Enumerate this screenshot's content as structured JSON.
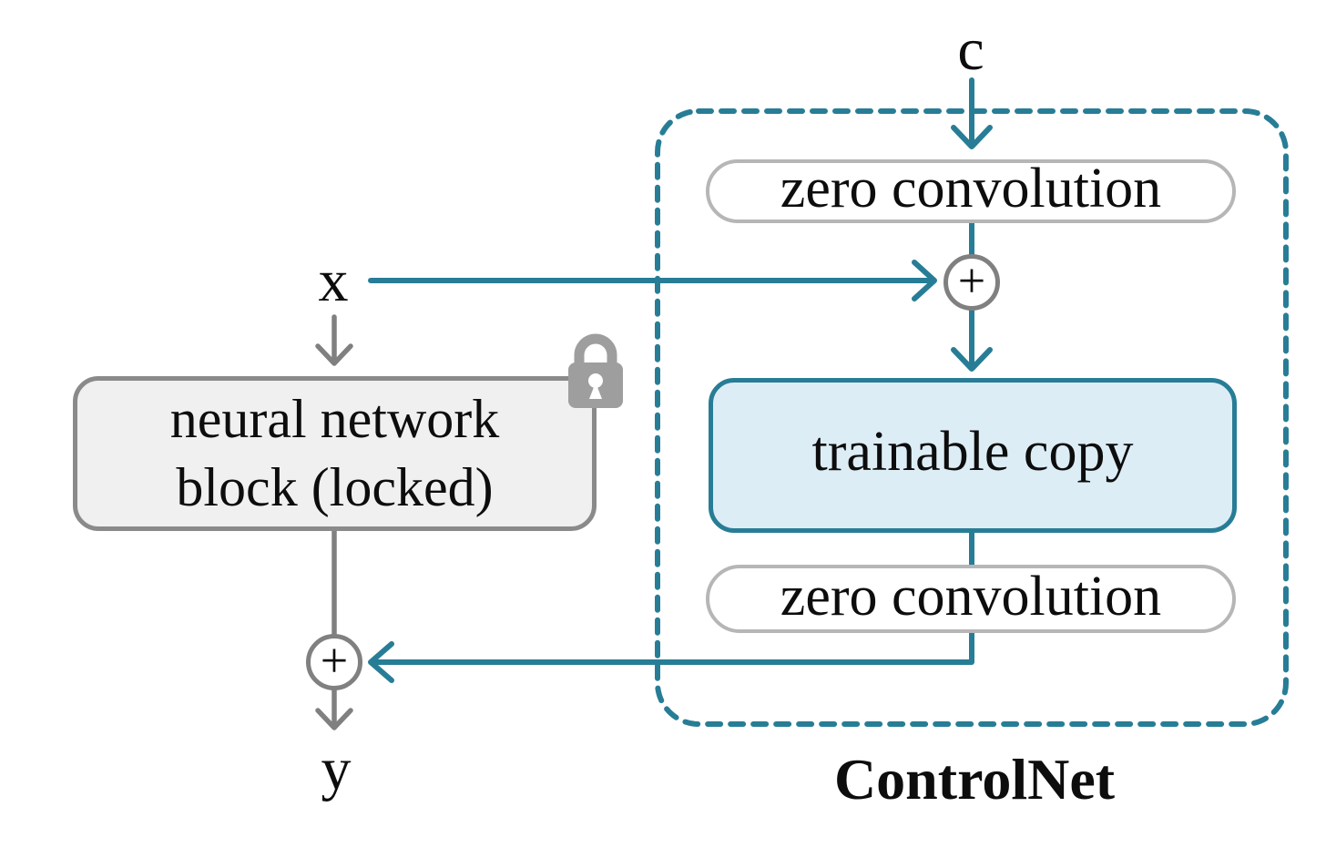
{
  "diagram": {
    "title": "ControlNet",
    "labels": {
      "input_c": "c",
      "input_x": "x",
      "output_y": "y"
    },
    "nodes": {
      "zero_convolution_top": {
        "label": "zero convolution"
      },
      "add_top": {
        "symbol": "+"
      },
      "neural_network_block": {
        "label": "neural network block (locked)",
        "lines": [
          "neural network",
          "block (locked)"
        ]
      },
      "trainable_copy": {
        "label": "trainable copy"
      },
      "zero_convolution_bottom": {
        "label": "zero convolution"
      },
      "add_bottom": {
        "symbol": "+"
      }
    },
    "icons": {
      "lock": "closed-padlock"
    },
    "colors": {
      "teal": "#287d96",
      "gray_line": "#808080",
      "nn_fill": "#f0f0f0",
      "nn_border": "#8a8a8a",
      "pill_border": "#b6b6b6",
      "pill_fill": "#ffffff",
      "trainable_fill": "#ddedf6",
      "trainable_border": "#287d96",
      "lock_gray": "#9e9e9e",
      "text": "#0d0d0d",
      "background": "#ffffff"
    }
  }
}
